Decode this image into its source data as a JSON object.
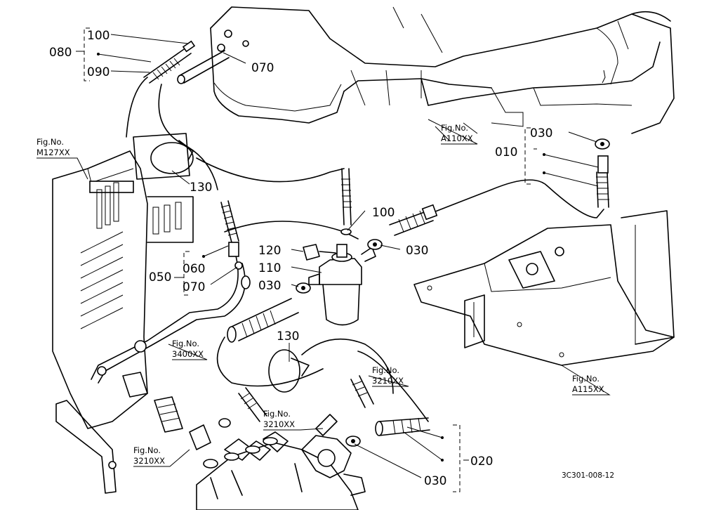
{
  "part_labels": {
    "p100_top": "100",
    "p080": "080",
    "p090": "090",
    "p070_top": "070",
    "p130_top": "130",
    "p100_mid": "100",
    "p120": "120",
    "p030_filter": "030",
    "p110": "110",
    "p030_left": "030",
    "p060": "060",
    "p050": "050",
    "p070_mid": "070",
    "p030_right": "030",
    "p010": "010",
    "p130_bot": "130",
    "p020": "020",
    "p030_bot": "030"
  },
  "figure_refs": {
    "m127": {
      "line1": "Fig.No.",
      "line2": "M127XX"
    },
    "a110": {
      "line1": "Fig.No.",
      "line2": "A110XX"
    },
    "f3400": {
      "line1": "Fig.No.",
      "line2": "3400XX"
    },
    "f3210_a": {
      "line1": "Fig.No.",
      "line2": "3210XX"
    },
    "f3210_b": {
      "line1": "Fig.No.",
      "line2": "3210XX"
    },
    "f3210_c": {
      "line1": "Fig.No.",
      "line2": "3210XX"
    },
    "a115": {
      "line1": "Fig.No.",
      "line2": "A115XX"
    }
  },
  "diagram_code": "3C301-008-12"
}
